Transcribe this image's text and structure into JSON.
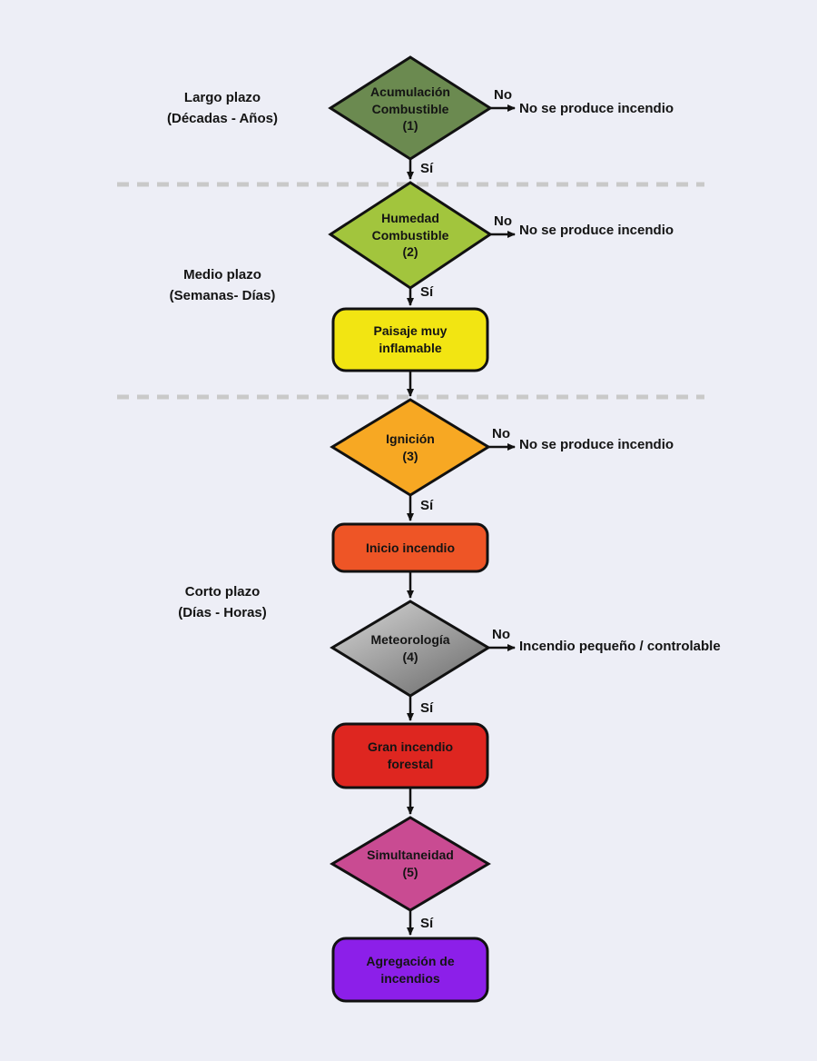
{
  "diagram": {
    "background": "#EDEEF6",
    "stroke_color": "#111111",
    "divider_color": "#C9C9C9",
    "timeline": [
      {
        "title": "Largo plazo",
        "subtitle": "(Décadas - Años)"
      },
      {
        "title": "Medio plazo",
        "subtitle": "(Semanas- Días)"
      },
      {
        "title": "Corto plazo",
        "subtitle": "(Días - Horas)"
      }
    ],
    "nodes": {
      "acumulacion": {
        "label": "Acumulación\nCombustible\n(1)",
        "shape": "diamond",
        "color": "#6B8A50"
      },
      "humedad": {
        "label": "Humedad\nCombustible\n(2)",
        "shape": "diamond",
        "color": "#A2C53D"
      },
      "paisaje": {
        "label": "Paisaje muy\ninflamable",
        "shape": "rounded-rect",
        "color": "#F2E512"
      },
      "ignicion": {
        "label": "Ignición\n(3)",
        "shape": "diamond",
        "color": "#F7A823"
      },
      "inicio": {
        "label": "Inicio incendio",
        "shape": "rounded-rect",
        "color": "#EE5526"
      },
      "meteorologia": {
        "label": "Meteorología\n(4)",
        "shape": "diamond",
        "color_top": "#D8D8D8",
        "color_bottom": "#6E6E6E"
      },
      "gran_incendio": {
        "label": "Gran incendio\nforestal",
        "shape": "rounded-rect",
        "color": "#DE2620"
      },
      "simultaneidad": {
        "label": "Simultaneidad\n(5)",
        "shape": "diamond",
        "color": "#C94B92"
      },
      "agregacion": {
        "label": "Agregación de\nincendios",
        "shape": "rounded-rect",
        "color": "#8C1FE9"
      }
    },
    "edge_labels": {
      "yes": "Sí",
      "no": "No"
    },
    "outcomes": {
      "no_fire": "No se produce incendio",
      "controllable": "Incendio pequeño / controlable"
    }
  }
}
